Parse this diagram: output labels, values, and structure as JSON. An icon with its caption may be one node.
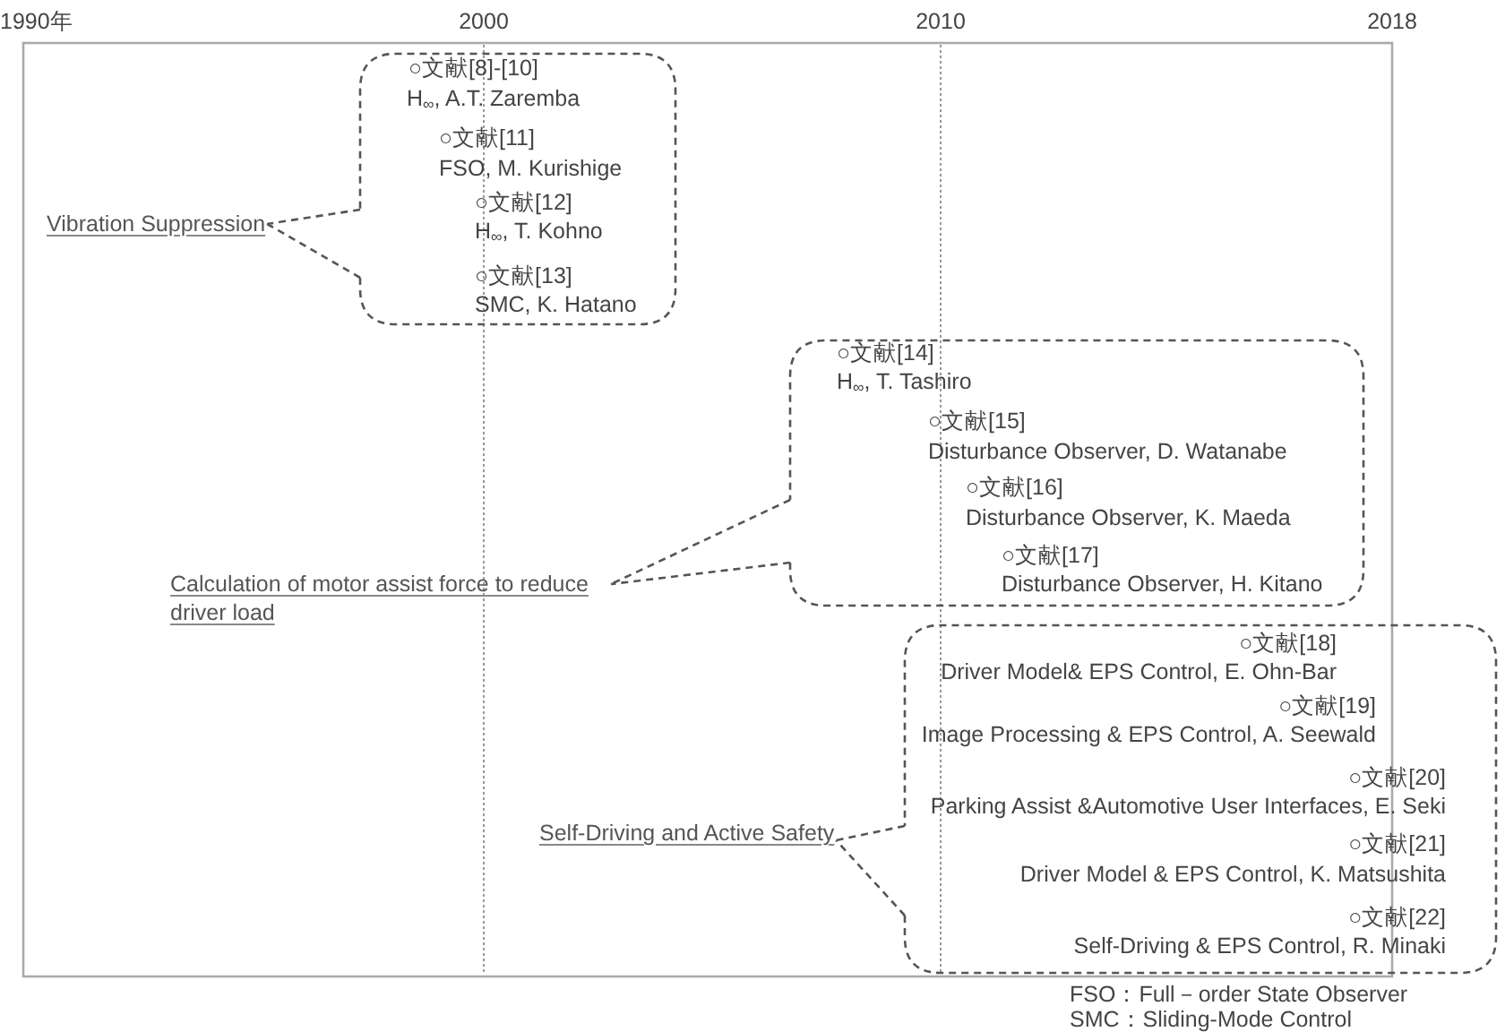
{
  "diagram": {
    "nodes": [
      {
        "text": [
          "○文献[8]-[10]",
          "H$_{∞}$, A.T. Zaremba",
          "○文献[11]",
          "FSO, M. Kurishige",
          "○文献[12]",
          "H$_{∞}$, T. Kohno",
          "○文献[13]",
          "SMC, K. Hatano"
        ]
      },
      {
        "text": [
          "Vibration Suppression"
        ]
      },
      {
        "text": [
          "○文献[14]",
          "H$_{∞}$, T. Tashiro",
          "○文献[15]",
          "Disturbance Observer, D. Watanabe",
          "○文献[16]",
          "Disturbance Observer, K. Maeda",
          "○文献[17]",
          "Disturbance Observer, H. Kitano"
        ]
      },
      {
        "text": [
          "Calculation of motor assist force to reduce driver load"
        ]
      },
      {
        "text": [
          "○文献[18]",
          "Driver Model& EPS Control, E. Ohn-Bar",
          "○文献[19]",
          "Image Processing & EPS Control, A. Seewald",
          "○文献[20]",
          "Parking Assist &Automotive User Interfaces, E. Seki",
          "○文献[21]",
          "Driver Model & EPS Control, K. Matsushita",
          "○文献[22]",
          "Self-Driving & EPS Control, R. Minaki"
        ]
      },
      {
        "text": [
          "Self-Driving and Active Safety"
        ]
      }
    ],
    "edges": [
      {
        "from": 0,
        "to": 1,
        "arrow": "none",
        "style": "dashed"
      },
      {
        "from": 2,
        "to": 3,
        "arrow": "none",
        "style": "dashed"
      },
      {
        "from": 4,
        "to": 5,
        "arrow": "none",
        "style": "dashed"
      }
    ],
    "labels": [
      "1990年",
      "2000",
      "2010",
      "2018",
      "FSO：Full－order State Observer",
      "SMC：Sliding-Mode Control"
    ]
  }
}
